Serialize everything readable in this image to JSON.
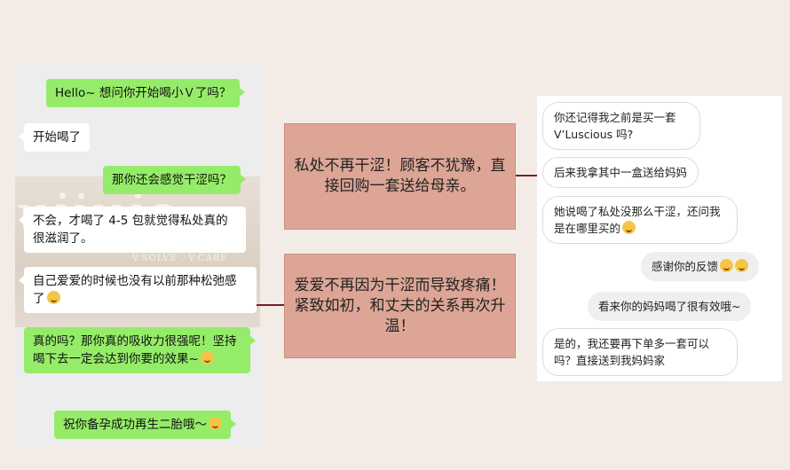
{
  "left_chat": {
    "watermark_big": "ujiujs",
    "watermark_small": "V.SOLVE . V.CARE",
    "messages": [
      {
        "text": "Hello~ 想问你开始喝小Ｖ了吗？"
      },
      {
        "text": "开始喝了"
      },
      {
        "text": "那你还会感觉干涩吗？"
      },
      {
        "text": "不会，才喝了 4-5 包就觉得私处真的很滋润了。"
      },
      {
        "text": "自己爱爱的时候也没有以前那种松弛感了"
      },
      {
        "text": "真的吗？那你真的吸收力很强呢！坚持喝下去一定会达到你要的效果~"
      },
      {
        "text": "祝你备孕成功再生二胎哦～"
      }
    ]
  },
  "callouts": {
    "top": "私处不再干涩！顾客不犹豫，直接回购一套送给母亲。",
    "bottom": "爱爱不再因为干涩而导致疼痛！紧致如初，和丈夫的关系再次升温！"
  },
  "right_chat": {
    "messages": [
      {
        "text": "你还记得我之前是买一套V’Luscious 吗?"
      },
      {
        "text": "后来我拿其中一盒送给妈妈"
      },
      {
        "text": "她说喝了私处没那么干涩，还问我是在哪里买的"
      },
      {
        "text": "感谢你的反馈"
      },
      {
        "text": "看来你的妈妈喝了很有效哦~"
      },
      {
        "text": "是的，我还要再下单多一套可以吗？直接送到我妈妈家"
      }
    ]
  },
  "colors": {
    "background": "#f3ece6",
    "wechat_green": "#95ec69",
    "callout": "#dca595",
    "connector": "#7a1f23"
  }
}
